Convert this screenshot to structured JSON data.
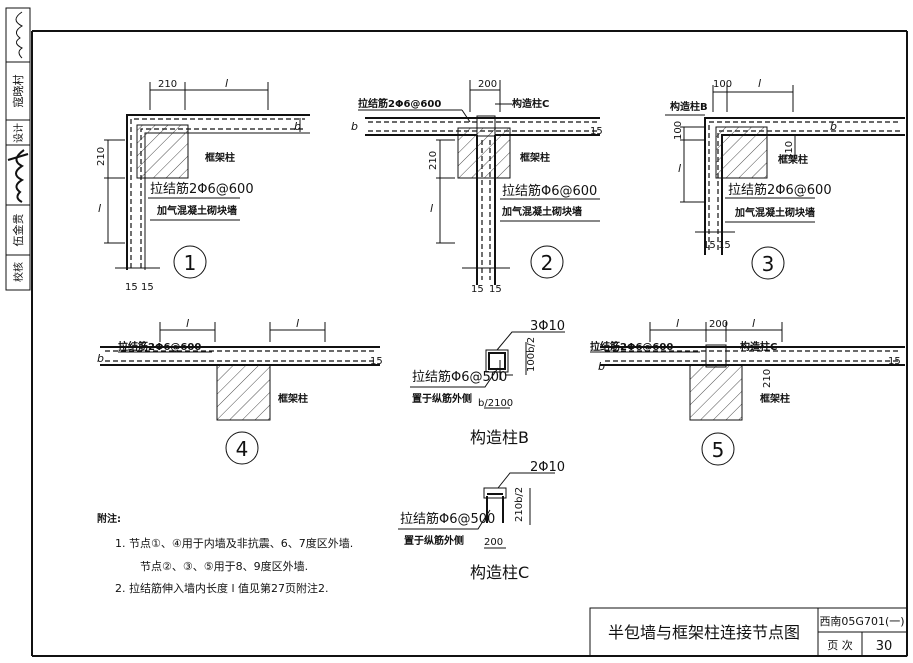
{
  "side_strip": {
    "checker_label": "校核",
    "checker_name": "伍金贵",
    "designer_label": "设计",
    "designer_name": "寇晓村",
    "signature_checker": "伍金贵",
    "signature_designer": "寇晓村"
  },
  "common": {
    "frame_column": "框架柱",
    "tie_bar_2": "拉结筋2Φ6@600",
    "tie_bar_1": "拉结筋Φ6@600",
    "block_wall": "加气混凝土砌块墙",
    "cover": "15",
    "dim_l": "l",
    "dim_b": "b",
    "dim_210": "210",
    "dim_200": "200",
    "dim_100": "100"
  },
  "details": {
    "d1": {
      "number": "1",
      "tie_label": "拉结筋2Φ6@600"
    },
    "d2": {
      "number": "2",
      "tie_label_top": "拉结筋2Φ6@600",
      "column_label": "构造柱C",
      "tie_label": "拉结筋Φ6@600"
    },
    "d3": {
      "number": "3",
      "column_label": "构造柱B",
      "tie_label": "拉结筋2Φ6@600"
    },
    "d4": {
      "number": "4",
      "tie_label": "拉结筋2Φ6@600"
    },
    "d5": {
      "number": "5",
      "tie_label": "拉结筋2Φ6@600",
      "column_label": "构造柱C"
    }
  },
  "section_b": {
    "title": "构造柱B",
    "rebar": "3Φ10",
    "tie": "拉结筋Φ6@500",
    "tie_note": "置于纵筋外侧",
    "dim_vertical": "100b/2",
    "dim_horizontal": "b/2100"
  },
  "section_c": {
    "title": "构造柱C",
    "rebar": "2Φ10",
    "tie": "拉结筋Φ6@500",
    "tie_note": "置于纵筋外侧",
    "dim_vertical": "210b/2",
    "dim_horizontal": "200"
  },
  "notes": {
    "heading": "附注:",
    "line1": "1.  节点①、④用于内墙及非抗震、6、7度区外墙.",
    "line2": "节点②、③、⑤用于8、9度区外墙.",
    "line3": "2.  拉结筋伸入墙内长度 l 值见第27页附注2."
  },
  "title_block": {
    "title": "半包墙与框架柱连接节点图",
    "atlas_code": "西南05G701(一)",
    "page_label": "页 次",
    "page_number": "30"
  }
}
